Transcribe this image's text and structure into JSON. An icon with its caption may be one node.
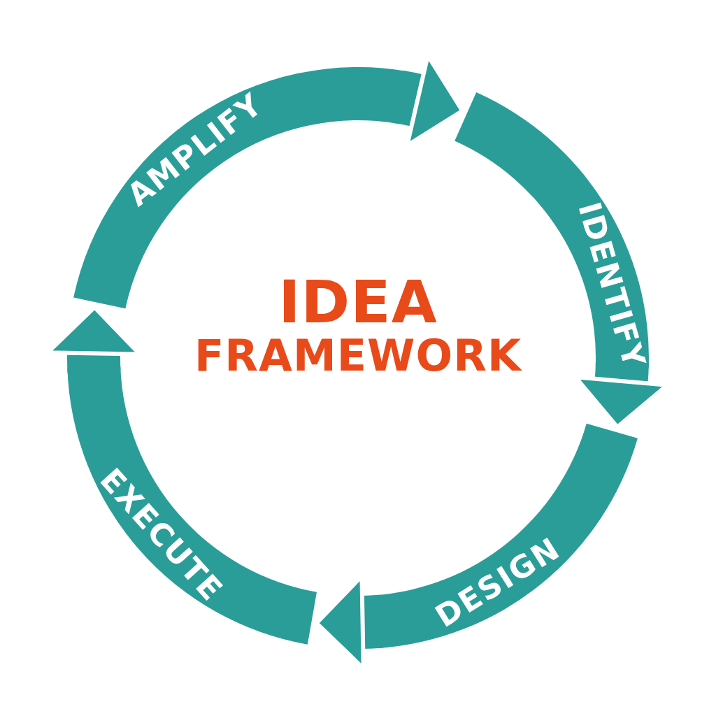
{
  "diagram": {
    "nodes": [
      {
        "text": [
          "AMPLIFY"
        ]
      },
      {
        "text": [
          "IDENTIFY"
        ]
      },
      {
        "text": [
          "DESIGN"
        ]
      },
      {
        "text": [
          "EXECUTE"
        ]
      }
    ],
    "edges": [
      {
        "from": 0,
        "to": 1,
        "arrow": "to"
      },
      {
        "from": 1,
        "to": 2,
        "arrow": "to"
      },
      {
        "from": 2,
        "to": 3,
        "arrow": "to"
      },
      {
        "from": 3,
        "to": 0,
        "arrow": "to"
      }
    ],
    "labels": [
      "IDEA",
      "FRAMEWORK"
    ]
  }
}
